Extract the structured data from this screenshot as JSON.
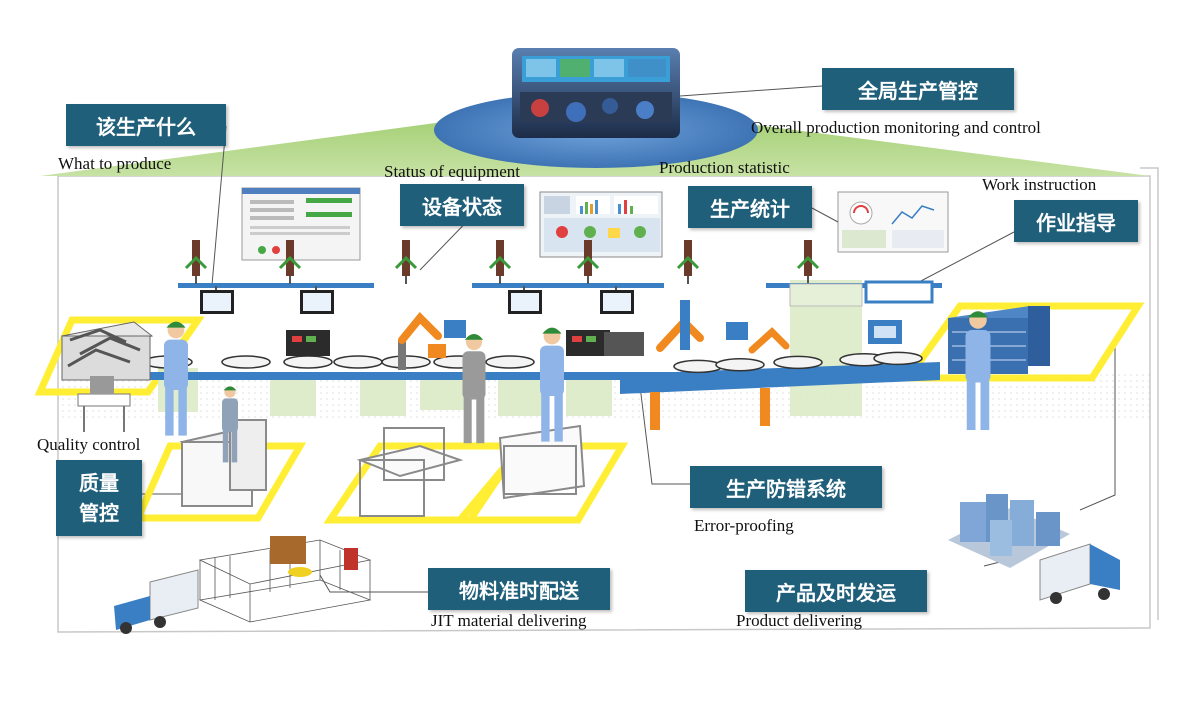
{
  "labels": {
    "what_zh": "该生产什么",
    "what_en": "What to produce",
    "overall_zh": "全局生产管控",
    "overall_en": "Overall production monitoring and control",
    "equip_zh": "设备状态",
    "equip_en": "Status of equipment",
    "stat_zh": "生产统计",
    "stat_en": "Production statistic",
    "work_zh": "作业指导",
    "work_en": "Work instruction",
    "quality_zh_line1": "质量",
    "quality_zh_line2": "管控",
    "quality_en": "Quality control",
    "error_zh": "生产防错系统",
    "error_en": "Error-proofing",
    "jit_zh": "物料准时配送",
    "jit_en": "JIT material delivering",
    "product_zh": "产品及时发运",
    "product_en": "Product delivering"
  },
  "icons": [
    "control-room-photo",
    "order-form-screen",
    "equipment-status-screen",
    "statistics-dashboard",
    "worker-icon",
    "robot-arm-icon",
    "truck-icon",
    "warehouse-icon",
    "cart-icon",
    "andon-light-icon",
    "monitor-icon",
    "conveyor-icon"
  ],
  "colors": {
    "label_bg": "#1f5f7a",
    "zone_yellow": "#ffee33",
    "roof_green": "#8cbf5a",
    "ellipse_blue": "#4f86c6",
    "conveyor_blue": "#3a7fc4",
    "worker_blue": "#8fb4e8",
    "worker_cap": "#2e8b3a",
    "floor_green": "#e3efcf"
  }
}
